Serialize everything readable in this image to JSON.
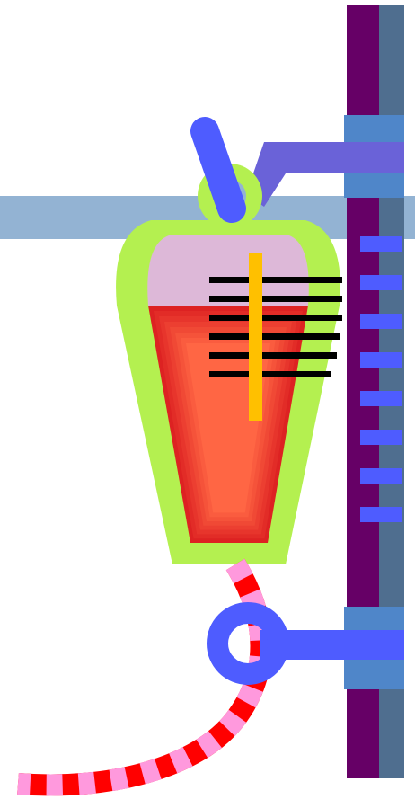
{
  "scene": {
    "subject": "iv-drip-bag-on-stand",
    "bag_fill_fraction": 0.7,
    "scale_tick_count": 6,
    "stand_marker_count": 8
  },
  "colors": {
    "background": "#ffffff",
    "pole_dark": "#660066",
    "pole_light": "#4f6e8f",
    "clamp": "#4f86c9",
    "horizontal_bar": "#93b3d3",
    "hook_blue": "#4e5cff",
    "arm_purple": "#6a62d8",
    "bag_outline": "#b4f050",
    "bag_empty": "#ddb8d8",
    "fluid_dark": "#dd2222",
    "fluid_light": "#ff6644",
    "indicator": "#ffc000",
    "ticks": "#000000",
    "tube_pink": "#ff99dd",
    "tube_red": "#ff0000"
  }
}
